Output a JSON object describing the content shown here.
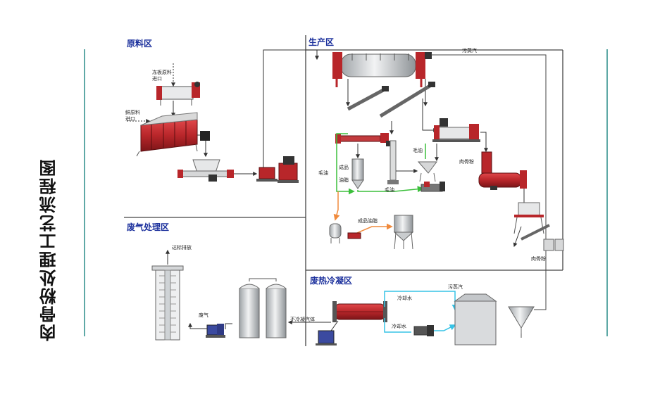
{
  "title": "肉骨粉处理工艺流程图",
  "sections": {
    "raw": "原料区",
    "production": "生产区",
    "exhaust": "废气处理区",
    "condense": "废热冷凝区"
  },
  "labels": {
    "frozen_inlet_1": "冻板原料",
    "frozen_inlet_2": "进口",
    "fresh_inlet_1": "鲜原料",
    "fresh_inlet_2": "进口",
    "dirty_steam_top": "污蒸汽",
    "crude_oil_left": "毛油",
    "finished_oil_v1": "成品",
    "finished_oil_v2": "油脂",
    "crude_oil_mid": "毛油",
    "crude_oil_bottom": "毛油",
    "crude_oil_right": "毛油",
    "meal_right": "肉骨粉",
    "finished_oil_h": "成品油脂",
    "meal_bottom": "肉骨粉",
    "discharge": "达标排放",
    "exhaust_gas": "废气",
    "noncondensable": "不冷凝汽体",
    "cooling_water_1": "冷却水",
    "cooling_water_2": "冷却水",
    "dirty_steam_bottom": "污蒸汽"
  },
  "colors": {
    "equipment_red": "#b8262a",
    "equipment_gray": "#cfd3d6",
    "line_dark": "#333333",
    "line_green": "#3bbf3b",
    "line_orange": "#f08a3c",
    "line_cyan": "#37c3e6",
    "accent_teal": "#5fa9a6",
    "section_label": "#1a2f9c"
  }
}
